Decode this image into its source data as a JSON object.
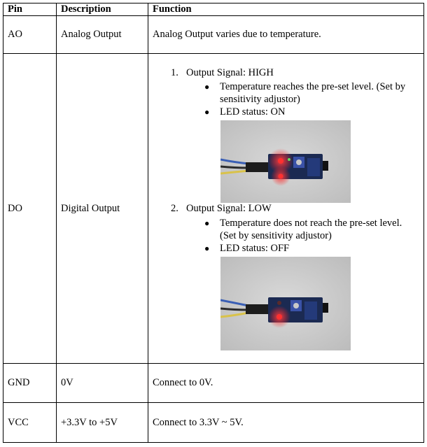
{
  "headers": {
    "pin": "Pin",
    "description": "Description",
    "function": "Function"
  },
  "rows": [
    {
      "pin": "AO",
      "description": "Analog Output",
      "function": "Analog Output varies due to temperature."
    },
    {
      "pin": "DO",
      "description": "Digital Output"
    },
    {
      "pin": "GND",
      "description": "0V",
      "function": "Connect to 0V."
    },
    {
      "pin": "VCC",
      "description": "+3.3V to +5V",
      "function": "Connect to 3.3V ~ 5V."
    }
  ],
  "do_function": {
    "items": [
      {
        "number": "1.",
        "title": "Output Signal: HIGH",
        "bullets": [
          "Temperature reaches the pre-set level. (Set by sensitivity adjustor)",
          "LED status: ON"
        ],
        "image": "sensor-module-two-leds-on"
      },
      {
        "number": "2.",
        "title": "Output Signal: LOW",
        "bullets": [
          "Temperature does not reach the pre-set level. (Set by sensitivity adjustor)",
          "LED status: OFF"
        ],
        "image": "sensor-module-one-led-on"
      }
    ],
    "bullet_icon": "black-circle-bullet"
  },
  "colors": {
    "border": "#000000",
    "led": "#ff2020",
    "board": "#1b2a52"
  }
}
